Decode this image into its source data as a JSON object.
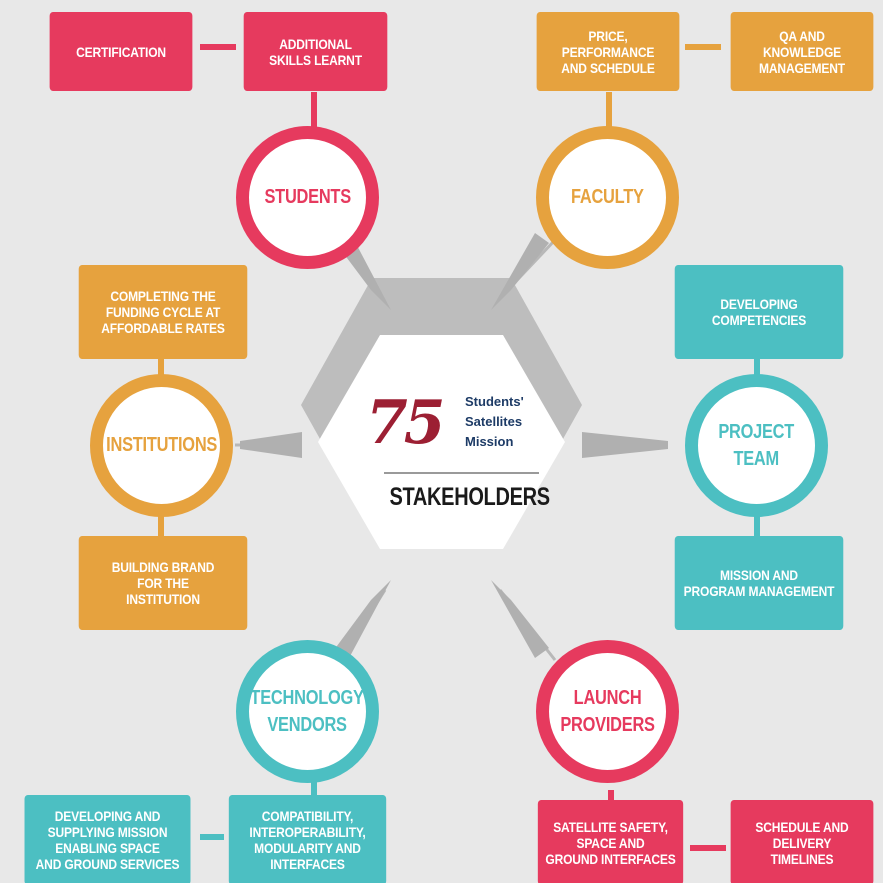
{
  "center": {
    "logo_number": "75",
    "logo_lines": [
      "Students'",
      "Satellites",
      "Mission"
    ],
    "title": "STAKEHOLDERS"
  },
  "stakeholders": {
    "students": {
      "label": "STUDENTS",
      "items": [
        "CERTIFICATION",
        "ADDITIONAL\nSKILLS LEARNT"
      ]
    },
    "faculty": {
      "label": "FACULTY",
      "items": [
        "PRICE,\nPERFORMANCE\nAND SCHEDULE",
        "QA AND\nKNOWLEDGE\nMANAGEMENT"
      ]
    },
    "institutions": {
      "label": "INSTITUTIONS",
      "items": [
        "COMPLETING THE\nFUNDING CYCLE AT\nAFFORDABLE RATES",
        "BUILDING BRAND\nFOR THE\nINSTITUTION"
      ]
    },
    "project_team": {
      "label": "PROJECT\nTEAM",
      "items": [
        "DEVELOPING\nCOMPETENCIES",
        "MISSION AND\nPROGRAM MANAGEMENT"
      ]
    },
    "technology_vendors": {
      "label": "TECHNOLOGY\nVENDORS",
      "items": [
        "DEVELOPING AND\nSUPPLYING MISSION\nENABLING SPACE\nAND GROUND SERVICES",
        "COMPATIBILITY,\nINTEROPERABILITY,\nMODULARITY AND\nINTERFACES"
      ]
    },
    "launch_providers": {
      "label": "LAUNCH\nPROVIDERS",
      "items": [
        "SATELLITE SAFETY,\nSPACE AND\nGROUND INTERFACES",
        "SCHEDULE AND\nDELIVERY\nTIMELINES"
      ]
    }
  },
  "colors": {
    "red": "#e63a5e",
    "orange": "#e6a23e",
    "teal": "#4cbfc2",
    "background": "#e8e8e8",
    "connector": "#b8b8b8",
    "logo_number": "#9c1f33",
    "logo_text": "#1d3b66"
  }
}
